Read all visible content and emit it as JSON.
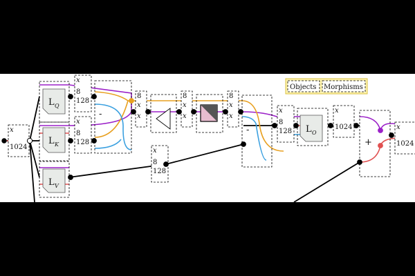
{
  "colors": {
    "purple": "#9b20c8",
    "orange": "#e8a020",
    "blue": "#3aa0e0",
    "red": "#e05050",
    "linear_fill": "#e8ebe8",
    "shaded_fill": "#e8bcd0",
    "legend_bg": "#fff4b0",
    "legend_border": "#d8c040"
  },
  "legend": {
    "objects": "Objects",
    "morphisms": "Morphisms"
  },
  "tensors": {
    "input": {
      "axis": "x",
      "size": "1024"
    },
    "after_q": {
      "axis": "x",
      "size_a": "8",
      "size_b": "128"
    },
    "after_k": {
      "axis": "x",
      "size_a": "8",
      "size_b": "128"
    },
    "value": {
      "axis": "x",
      "size_a": "8",
      "size_b": "128"
    },
    "attn_in": {
      "size": "8",
      "axis_a": "x",
      "axis_b": "x"
    },
    "attn_mid": {
      "size": "8",
      "axis_a": "x",
      "axis_b": "x"
    },
    "attn_out": {
      "size": "8",
      "axis_a": "x",
      "axis_b": "x"
    },
    "pre_out": {
      "axis": "x",
      "size_a": "8",
      "size_b": "128"
    },
    "post_out": {
      "axis": "x",
      "size": "1024"
    },
    "result": {
      "axis": "x",
      "size": "1024"
    }
  },
  "ops": {
    "lq": {
      "main": "L",
      "sub": "Q"
    },
    "lk": {
      "main": "L",
      "sub": "K"
    },
    "lv": {
      "main": "L",
      "sub": "V"
    },
    "lo": {
      "main": "L",
      "sub": "O"
    },
    "plus": "+",
    "minus_top": "-",
    "minus_bottom": "-"
  }
}
